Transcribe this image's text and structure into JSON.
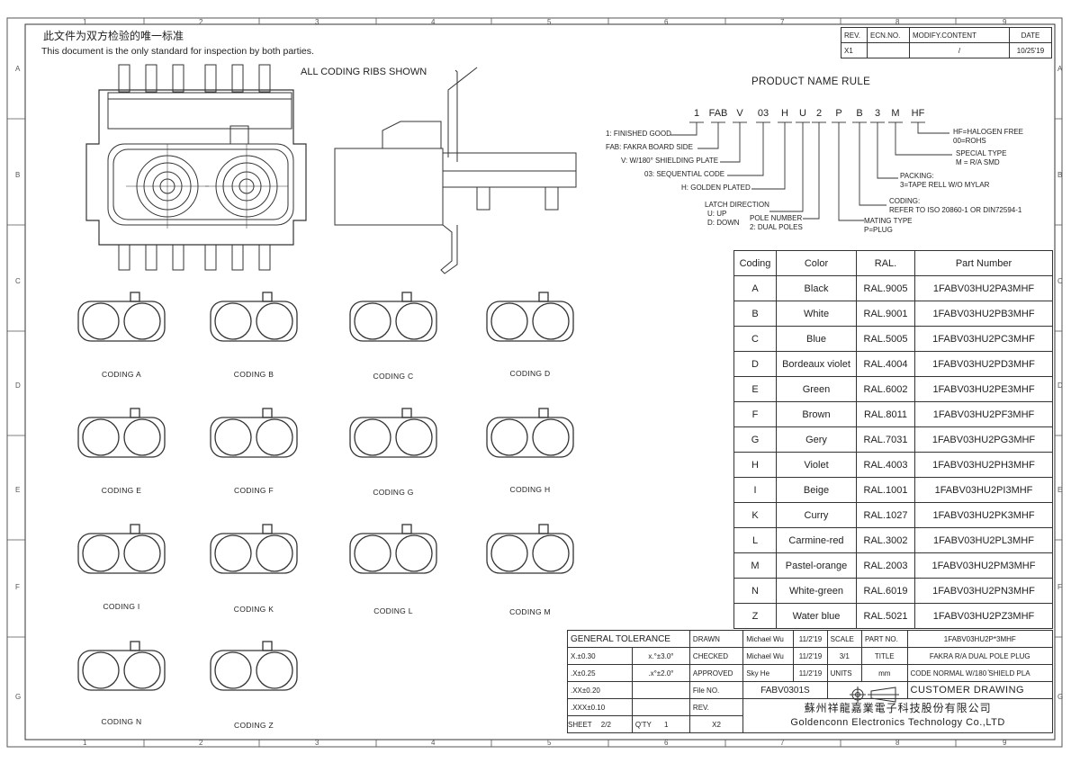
{
  "header": {
    "cn_title": "此文件为双方检验的唯一标准",
    "en_title": "This document is the only standard for inspection by both parties.",
    "ribs_title": "ALL CODING RIBS SHOWN"
  },
  "frame": {
    "top_cols": [
      "1",
      "2",
      "3",
      "4",
      "5",
      "6",
      "7",
      "8",
      "9"
    ],
    "bottom_cols": [
      "1",
      "2",
      "3",
      "4",
      "5",
      "6",
      "7",
      "8",
      "9"
    ],
    "rows": [
      "A",
      "B",
      "C",
      "D",
      "E",
      "F",
      "G"
    ]
  },
  "revision": {
    "headers": [
      "REV.",
      "ECN.NO.",
      "MODIFY.CONTENT",
      "DATE"
    ],
    "row": [
      "X1",
      "",
      "/",
      "10/25'19"
    ]
  },
  "product_name_rule": {
    "title": "PRODUCT NAME RULE",
    "codes": [
      "1",
      "FAB",
      "V",
      "03",
      "H",
      "U",
      "2",
      "P",
      "B",
      "3",
      "M",
      "HF"
    ],
    "left_notes": [
      "1: FINISHED GOOD",
      "FAB: FAKRA BOARD SIDE",
      "V: W/180° SHIELDING PLATE",
      "03: SEQUENTIAL CODE",
      "H: GOLDEN PLATED"
    ],
    "latch": [
      "LATCH DIRECTION",
      "U: UP",
      "D: DOWN"
    ],
    "pole": [
      "POLE NUMBER",
      "2: DUAL POLES"
    ],
    "mating": [
      "MATING TYPE",
      "P=PLUG"
    ],
    "coding": [
      "CODING:",
      "REFER TO ISO 20860-1 OR DIN72594-1"
    ],
    "packing": [
      "PACKING:",
      "3=TAPE RELL W/O MYLAR"
    ],
    "special": [
      "SPECIAL TYPE",
      "M = R/A SMD"
    ],
    "halogen": [
      "HF=HALOGEN FREE",
      "00=ROHS"
    ]
  },
  "codings": [
    "CODING A",
    "CODING B",
    "CODING C",
    "CODING D",
    "CODING E",
    "CODING F",
    "CODING G",
    "CODING H",
    "CODING I",
    "CODING K",
    "CODING L",
    "CODING M",
    "CODING N",
    "CODING Z"
  ],
  "parts_table": {
    "headers": [
      "Coding",
      "Color",
      "RAL.",
      "Part Number"
    ],
    "rows": [
      [
        "A",
        "Black",
        "RAL.9005",
        "1FABV03HU2PA3MHF"
      ],
      [
        "B",
        "White",
        "RAL.9001",
        "1FABV03HU2PB3MHF"
      ],
      [
        "C",
        "Blue",
        "RAL.5005",
        "1FABV03HU2PC3MHF"
      ],
      [
        "D",
        "Bordeaux violet",
        "RAL.4004",
        "1FABV03HU2PD3MHF"
      ],
      [
        "E",
        "Green",
        "RAL.6002",
        "1FABV03HU2PE3MHF"
      ],
      [
        "F",
        "Brown",
        "RAL.8011",
        "1FABV03HU2PF3MHF"
      ],
      [
        "G",
        "Gery",
        "RAL.7031",
        "1FABV03HU2PG3MHF"
      ],
      [
        "H",
        "Violet",
        "RAL.4003",
        "1FABV03HU2PH3MHF"
      ],
      [
        "I",
        "Beige",
        "RAL.1001",
        "1FABV03HU2PI3MHF"
      ],
      [
        "K",
        "Curry",
        "RAL.1027",
        "1FABV03HU2PK3MHF"
      ],
      [
        "L",
        "Carmine-red",
        "RAL.3002",
        "1FABV03HU2PL3MHF"
      ],
      [
        "M",
        "Pastel-orange",
        "RAL.2003",
        "1FABV03HU2PM3MHF"
      ],
      [
        "N",
        "White-green",
        "RAL.6019",
        "1FABV03HU2PN3MHF"
      ],
      [
        "Z",
        "Water blue",
        "RAL.5021",
        "1FABV03HU2PZ3MHF"
      ]
    ]
  },
  "title_block": {
    "general_tolerance": "GENERAL TOLERANCE",
    "tol1": "X.±0.30",
    "ang1": "x.°±3.0°",
    "tol2": ".X±0.25",
    "ang2": ".x°±2.0°",
    "tol3": ".XX±0.20",
    "tol4": ".XXX±0.10",
    "drawn": "DRAWN",
    "drawn_by": "Michael Wu",
    "drawn_date": "11/2'19",
    "checked": "CHECKED",
    "checked_by": "Michael Wu",
    "checked_date": "11/2'19",
    "approved": "APPROVED",
    "approved_by": "Sky He",
    "approved_date": "11/2'19",
    "scale": "SCALE",
    "scale_val": "3/1",
    "title_lbl": "TITLE",
    "units": "UNITS",
    "units_val": "mm",
    "part_no_lbl": "PART NO.",
    "part_no": "1FABV03HU2P*3MHF",
    "title1": "FAKRA R/A DUAL POLE PLUG",
    "title2": "CODE NORMAL W/180  ̊SHIELD PLA",
    "file_no_lbl": "File NO.",
    "file_no": "FABV0301S",
    "rev_lbl": "REV.",
    "customer": "CUSTOMER DRAWING",
    "company_cn": "蘇州祥龍嘉業電子科技股份有限公司",
    "company_en": "Goldenconn Electronics Technology Co.,LTD",
    "sheet_lbl": "SHEET",
    "sheet": "2/2",
    "qty_lbl": "Q'TY",
    "qty": "1",
    "x2": "X2"
  }
}
